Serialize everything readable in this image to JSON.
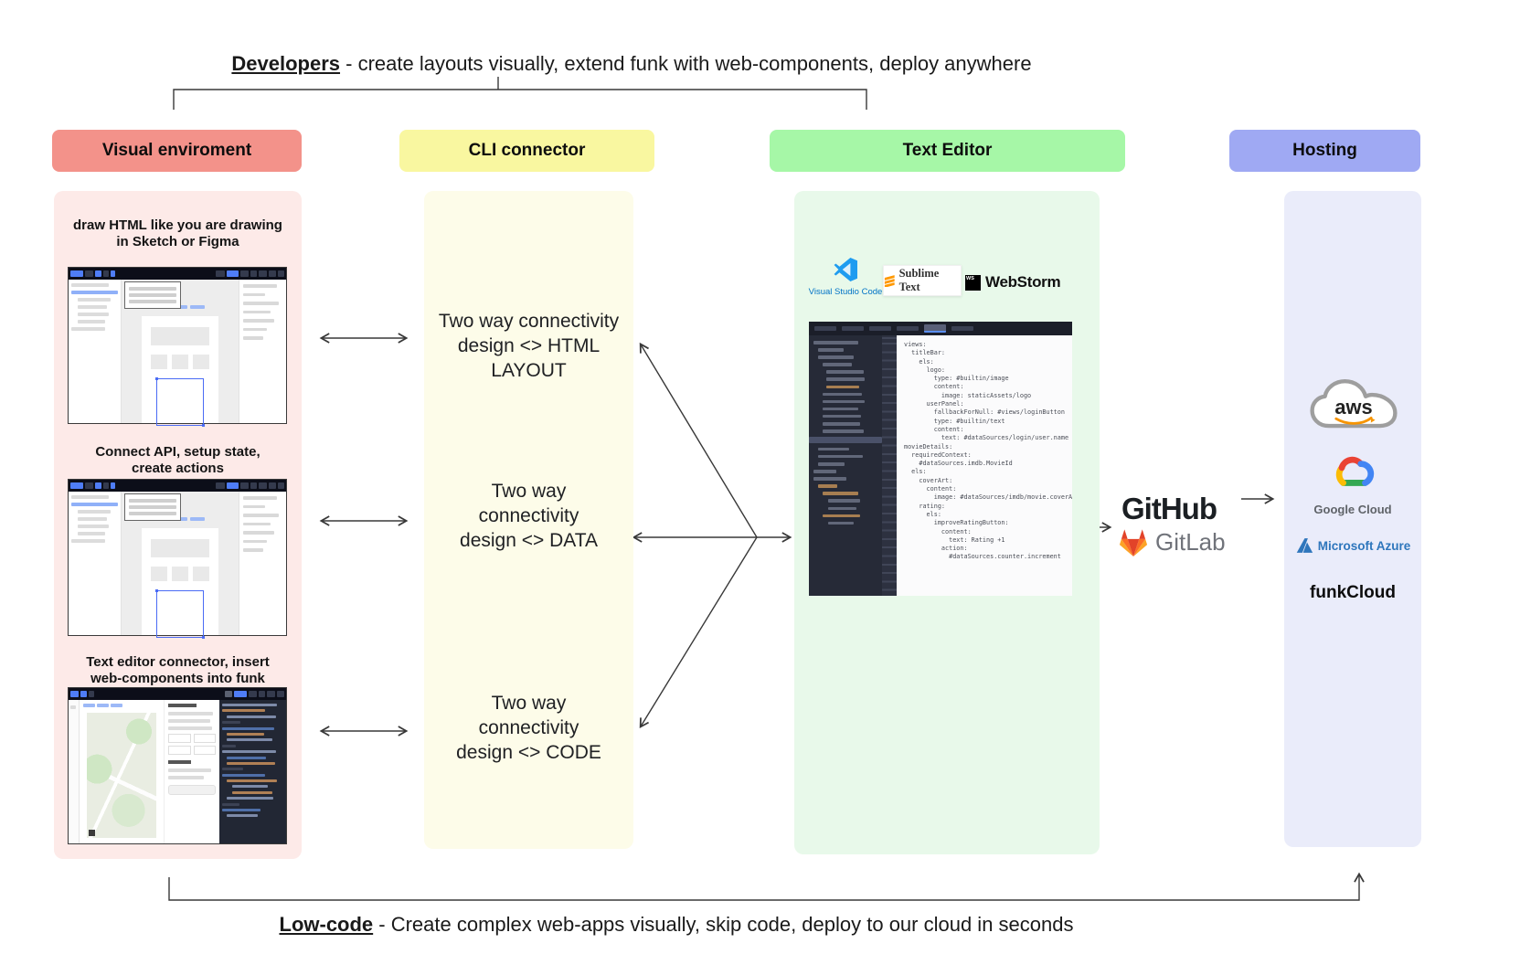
{
  "top_caption": {
    "term": "Developers",
    "rest": " - create layouts visually, extend funk with web-components, deploy anywhere"
  },
  "bottom_caption": {
    "term": "Low-code",
    "rest": " - Create complex web-apps visually, skip code, deploy to our cloud in seconds"
  },
  "columns": {
    "visual": {
      "header": "Visual enviroment",
      "badge_color": "#f3928a",
      "panel_color": "#fdeae8"
    },
    "cli": {
      "header": "CLI connector",
      "badge_color": "#f9f7a0",
      "panel_color": "#fdfce9"
    },
    "editor": {
      "header": "Text Editor",
      "badge_color": "#a6f7a7",
      "panel_color": "#e8f9ea"
    },
    "hosting": {
      "header": "Hosting",
      "badge_color": "#9fa9f3",
      "panel_color": "#eaecfa"
    }
  },
  "visual_items": [
    {
      "caption_l1": "draw HTML like you are drawing",
      "caption_l2": "in Sketch or Figma"
    },
    {
      "caption_l1": "Connect API, setup state,",
      "caption_l2": "create actions"
    },
    {
      "caption_l1": "Text editor connector, insert",
      "caption_l2": "web-components into funk"
    }
  ],
  "cli_items": [
    {
      "l1": "Two way connectivity",
      "l2": "design <> HTML",
      "l3": "LAYOUT"
    },
    {
      "l1": "Two way",
      "l2": "connectivity",
      "l3": "design <> DATA"
    },
    {
      "l1": "Two way",
      "l2": "connectivity",
      "l3": "design <> CODE"
    }
  ],
  "editor_logos": {
    "vscode": "Visual Studio Code",
    "sublime": "Sublime Text",
    "webstorm": "WebStorm",
    "webstorm_icon": "WS"
  },
  "ide_code": "views:\n  titleBar:\n    els:\n      logo:\n        type: #builtin/image\n        content:\n          image: staticAssets/logo\n      userPanel:\n        fallbackForNull: #views/loginButton\n        type: #builtin/text\n        content:\n          text: #dataSources/login/user.name\nmovieDetails:\n  requiredContext:\n    #dataSources.imdb.MovieId\n  els:\n    coverArt:\n      content:\n        image: #dataSources/imdb/movie.coverArt\n    rating:\n      els:\n        improveRatingButton:\n          content:\n            text: Rating +1\n          action:\n            #dataSources.counter.increment",
  "vcs": {
    "github": "GitHub",
    "gitlab": "GitLab"
  },
  "hosting_providers": {
    "aws": "aws",
    "gcloud": "Google Cloud",
    "azure": "Microsoft Azure",
    "funkcloud": "funkCloud"
  }
}
